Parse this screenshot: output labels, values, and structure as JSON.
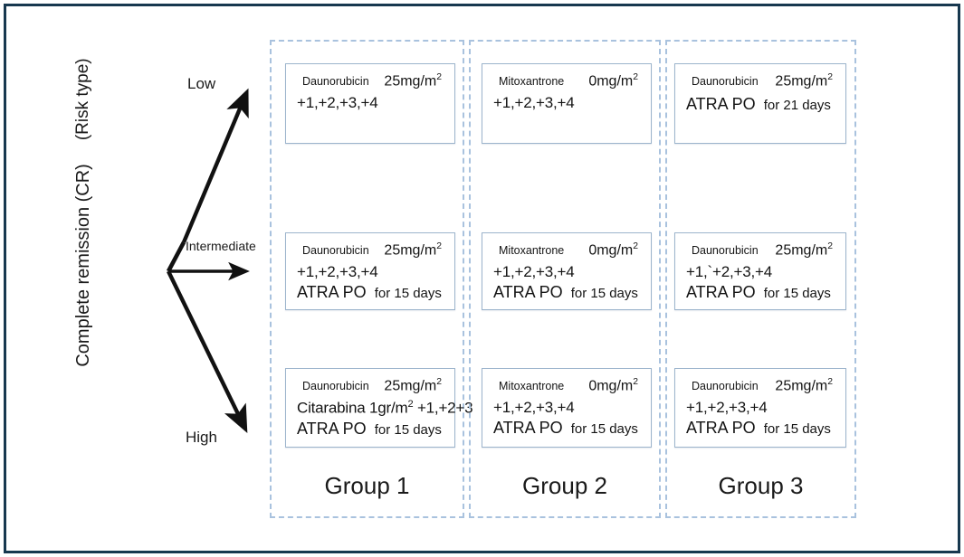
{
  "axis": {
    "line1": "Complete remission (CR)",
    "line2": "(Risk type)"
  },
  "risk_levels": {
    "low": "Low",
    "intermediate": "Intermediate",
    "high": "High"
  },
  "groups": [
    {
      "title": "Group 1",
      "rows": [
        {
          "risk": "Low",
          "drug": "Daunorubicin",
          "dose": "25mg/m2",
          "cycles": "+1,+2,+3,+4",
          "atra": "",
          "duration": ""
        },
        {
          "risk": "Intermediate",
          "drug": "Daunorubicin",
          "dose": "25mg/m2",
          "cycles": "+1,+2,+3,+4",
          "atra": "ATRA PO",
          "duration": "for 15 days"
        },
        {
          "risk": "High",
          "drug": "Daunorubicin",
          "dose": "25mg/m2",
          "cycles": "Citarabina 1gr/m2  +1,+2+3",
          "atra": "ATRA PO",
          "duration": "for 15 days"
        }
      ]
    },
    {
      "title": "Group 2",
      "rows": [
        {
          "risk": "Low",
          "drug": "Mitoxantrone",
          "dose": "0mg/m2",
          "cycles": "+1,+2,+3,+4",
          "atra": "",
          "duration": ""
        },
        {
          "risk": "Intermediate",
          "drug": "Mitoxantrone",
          "dose": "0mg/m2",
          "cycles": "+1,+2,+3,+4",
          "atra": "ATRA PO",
          "duration": "for 15 days"
        },
        {
          "risk": "High",
          "drug": "Mitoxantrone",
          "dose": "0mg/m2",
          "cycles": "+1,+2,+3,+4",
          "atra": "ATRA PO",
          "duration": "for 15 days"
        }
      ]
    },
    {
      "title": "Group 3",
      "rows": [
        {
          "risk": "Low",
          "drug": "Daunorubicin",
          "dose": "25mg/m2",
          "cycles": "",
          "atra": "ATRA PO",
          "duration": "for 21 days"
        },
        {
          "risk": "Intermediate",
          "drug": "Daunorubicin",
          "dose": "25mg/m2",
          "cycles": "+1,`+2,+3,+4",
          "atra": "ATRA PO",
          "duration": "for 15 days"
        },
        {
          "risk": "High",
          "drug": "Daunorubicin",
          "dose": "25mg/m2",
          "cycles": "+1,+2,+3,+4",
          "atra": "ATRA PO",
          "duration": "for 15 days"
        }
      ]
    }
  ],
  "colors": {
    "frame": "#17384f",
    "panel_dash": "#a9c2de",
    "box_border": "#9cb4cc",
    "arrow": "#111111",
    "text": "#1a1a1a"
  }
}
